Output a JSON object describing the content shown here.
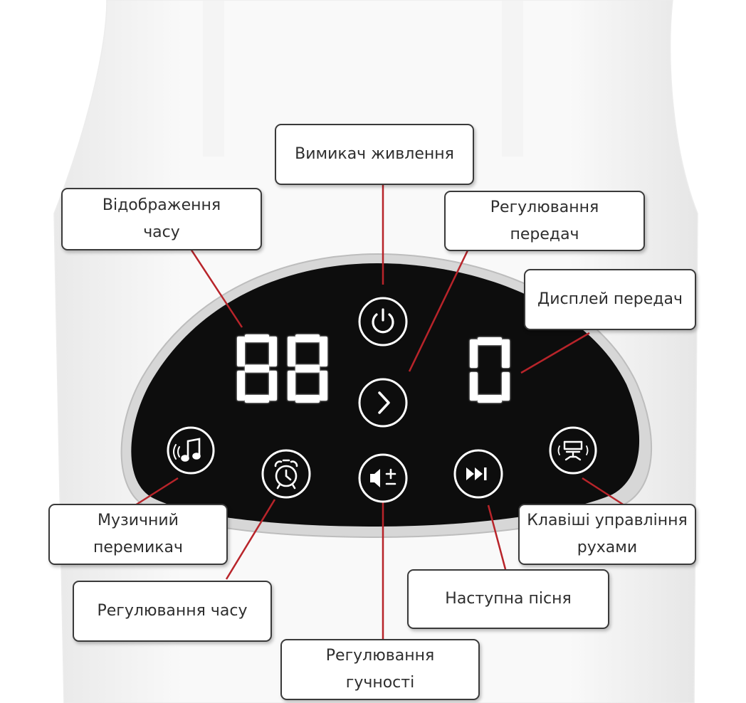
{
  "colors": {
    "panel": "#0d0d0d",
    "led": "#ffffff",
    "leader_line": "#b8242a",
    "callout_border": "#3a3a3a",
    "text": "#2e2e2e"
  },
  "display": {
    "time_digits": "88",
    "gear_digit": "0"
  },
  "buttons": {
    "power": "power-icon",
    "gear_adjust": "chevron-right-icon",
    "music": "music-note-icon",
    "time": "alarm-clock-icon",
    "volume": "speaker-plus-minus-icon",
    "next": "next-track-icon",
    "motion": "massage-chair-icon"
  },
  "callouts": {
    "power_switch": "Вимикач живлення",
    "time_display": "Відображення\nчасу",
    "gear_adjust": "Регулювання\nпередач",
    "gear_display": "Дисплей передач",
    "music_switch": "Музичний\nперемикач",
    "time_adjust": "Регулювання часу",
    "volume_adjust": "Регулювання\nгучності",
    "next_song": "Наступна пісня",
    "motion_keys": "Клавіші управління\nрухами"
  }
}
